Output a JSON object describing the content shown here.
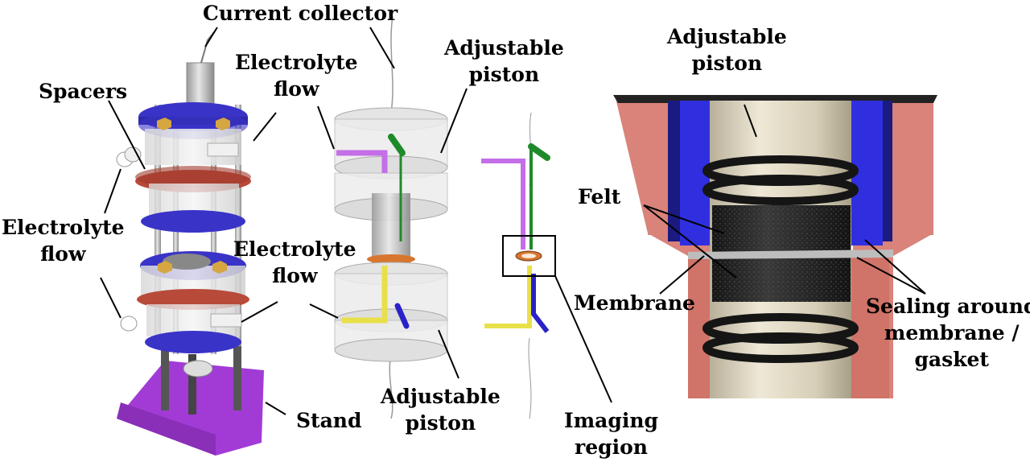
{
  "labels": {
    "current_collector": "Current collector",
    "electrolyte_flow_top": {
      "line1": "Electrolyte",
      "line2": "flow"
    },
    "spacers": "Spacers",
    "electrolyte_flow_left": {
      "line1": "Electrolyte",
      "line2": "flow"
    },
    "electrolyte_flow_mid": {
      "line1": "Electrolyte",
      "line2": "flow"
    },
    "stand": "Stand",
    "adjustable_piston_top_mid": {
      "line1": "Adjustable",
      "line2": "piston"
    },
    "adjustable_piston_bottom": {
      "line1": "Adjustable",
      "line2": "piston"
    },
    "imaging_region": {
      "line1": "Imaging",
      "line2": "region"
    },
    "adjustable_piston_right": {
      "line1": "Adjustable",
      "line2": "piston"
    },
    "felt": "Felt",
    "membrane": "Membrane",
    "sealing": {
      "line1": "Sealing around",
      "line2": "membrane /",
      "line3": "gasket"
    }
  },
  "colors": {
    "plate_blue": "#3a33c8",
    "stand_purple": "#a23bd6",
    "membrane_red": "#b84a3a",
    "housing_salmon": "#d9837a",
    "housing_blue": "#2f2fe0",
    "piston_beige": "#d8ceb2",
    "felt_dark": "#2b2b2b",
    "flow_violet": "#c46ee8",
    "flow_green": "#1f8a2a",
    "flow_yellow": "#e8e04a",
    "flow_blue": "#2a22c8"
  }
}
